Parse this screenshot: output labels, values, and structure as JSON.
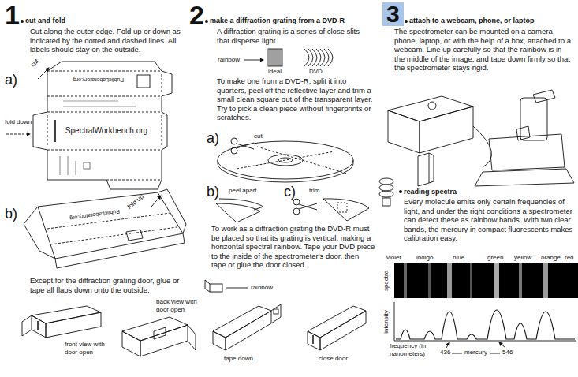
{
  "diagram": {
    "nodes": [
      {
        "text": [
          "3"
        ]
      }
    ],
    "labels": [
      "1",
      "cut and fold",
      "Cut along the outer edge. Fold up or down as indicated by the dotted and dashed lines. All labels should stay on the outside.",
      "a)",
      "cut",
      "fold down",
      "PublicLaboratory.org",
      "SpectralWorkbench.org",
      "fold up",
      "b)",
      "PublicLaboratory.org",
      "Except for the diffraction grating door, glue or tape all flaps down onto the outside.",
      "back view with door open",
      "front view with door open",
      "2",
      "make a diffraction grating from a DVD-R",
      "A diffraction grating is a series of close slits that disperse light.",
      "rainbow",
      "ideal",
      "DVD",
      "To make one from a DVD-R, split it into quarters, peel off the reflective layer and trim a small clean square out of the transparent layer. Try to pick a clean piece without fingerprints or scratches.",
      "a)",
      "cut",
      "b)",
      "peel apart",
      "c)",
      "trim",
      "To work as a diffraction grating the DVD-R must be placed so that its grating is vertical, making a horizontal spectral rainbow. Tape your DVD piece to the inside of the spectrometer's door, then tape or glue the door closed.",
      "rainbow",
      "tape down",
      "close door",
      "attach to a webcam, phone, or laptop",
      "The spectrometer can be mounted on a camera phone, laptop, or with the help of a box, attached to a webcam. Line up carefully so that the rainbow is in the middle of the image, and tape down firmly so that the spectrometer stays rigid.",
      "reading spectra",
      "Every molecule emits only certain frequencies of light, and under the right conditions a spectrometer can detect these as rainbow bands. With two clear bands, the mercury in compact fluorescents makes calibration easy.",
      "violet",
      "indigo",
      "blue",
      "green",
      "yellow",
      "orange",
      "red",
      "spectra",
      "intensity",
      "frequency (in nanometers)",
      "436",
      "mercury",
      "546"
    ]
  }
}
